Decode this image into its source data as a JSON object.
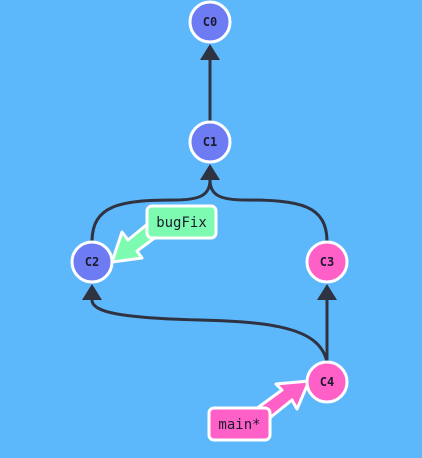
{
  "diagram": {
    "background": "#5cb8fb",
    "edge_color": "#2f3240",
    "commits": [
      {
        "id": "C0",
        "label": "C0",
        "color": "#6d7cf2",
        "branch_family": "bugFix"
      },
      {
        "id": "C1",
        "label": "C1",
        "color": "#6d7cf2",
        "branch_family": "bugFix"
      },
      {
        "id": "C2",
        "label": "C2",
        "color": "#6d7cf2",
        "branch_family": "bugFix"
      },
      {
        "id": "C3",
        "label": "C3",
        "color": "#ff60c8",
        "branch_family": "main"
      },
      {
        "id": "C4",
        "label": "C4",
        "color": "#ff60c8",
        "branch_family": "main"
      }
    ],
    "edges": [
      {
        "from": "C1",
        "to": "C0"
      },
      {
        "from": "C2",
        "to": "C1"
      },
      {
        "from": "C3",
        "to": "C1"
      },
      {
        "from": "C4",
        "to": "C3"
      },
      {
        "from": "C4",
        "to": "C2"
      }
    ],
    "branches": [
      {
        "name": "bugFix",
        "label": "bugFix",
        "target": "C2",
        "color": "#7dfbb0"
      },
      {
        "name": "main",
        "label": "main*",
        "target": "C4",
        "color": "#ff60c8",
        "current": true
      }
    ]
  }
}
